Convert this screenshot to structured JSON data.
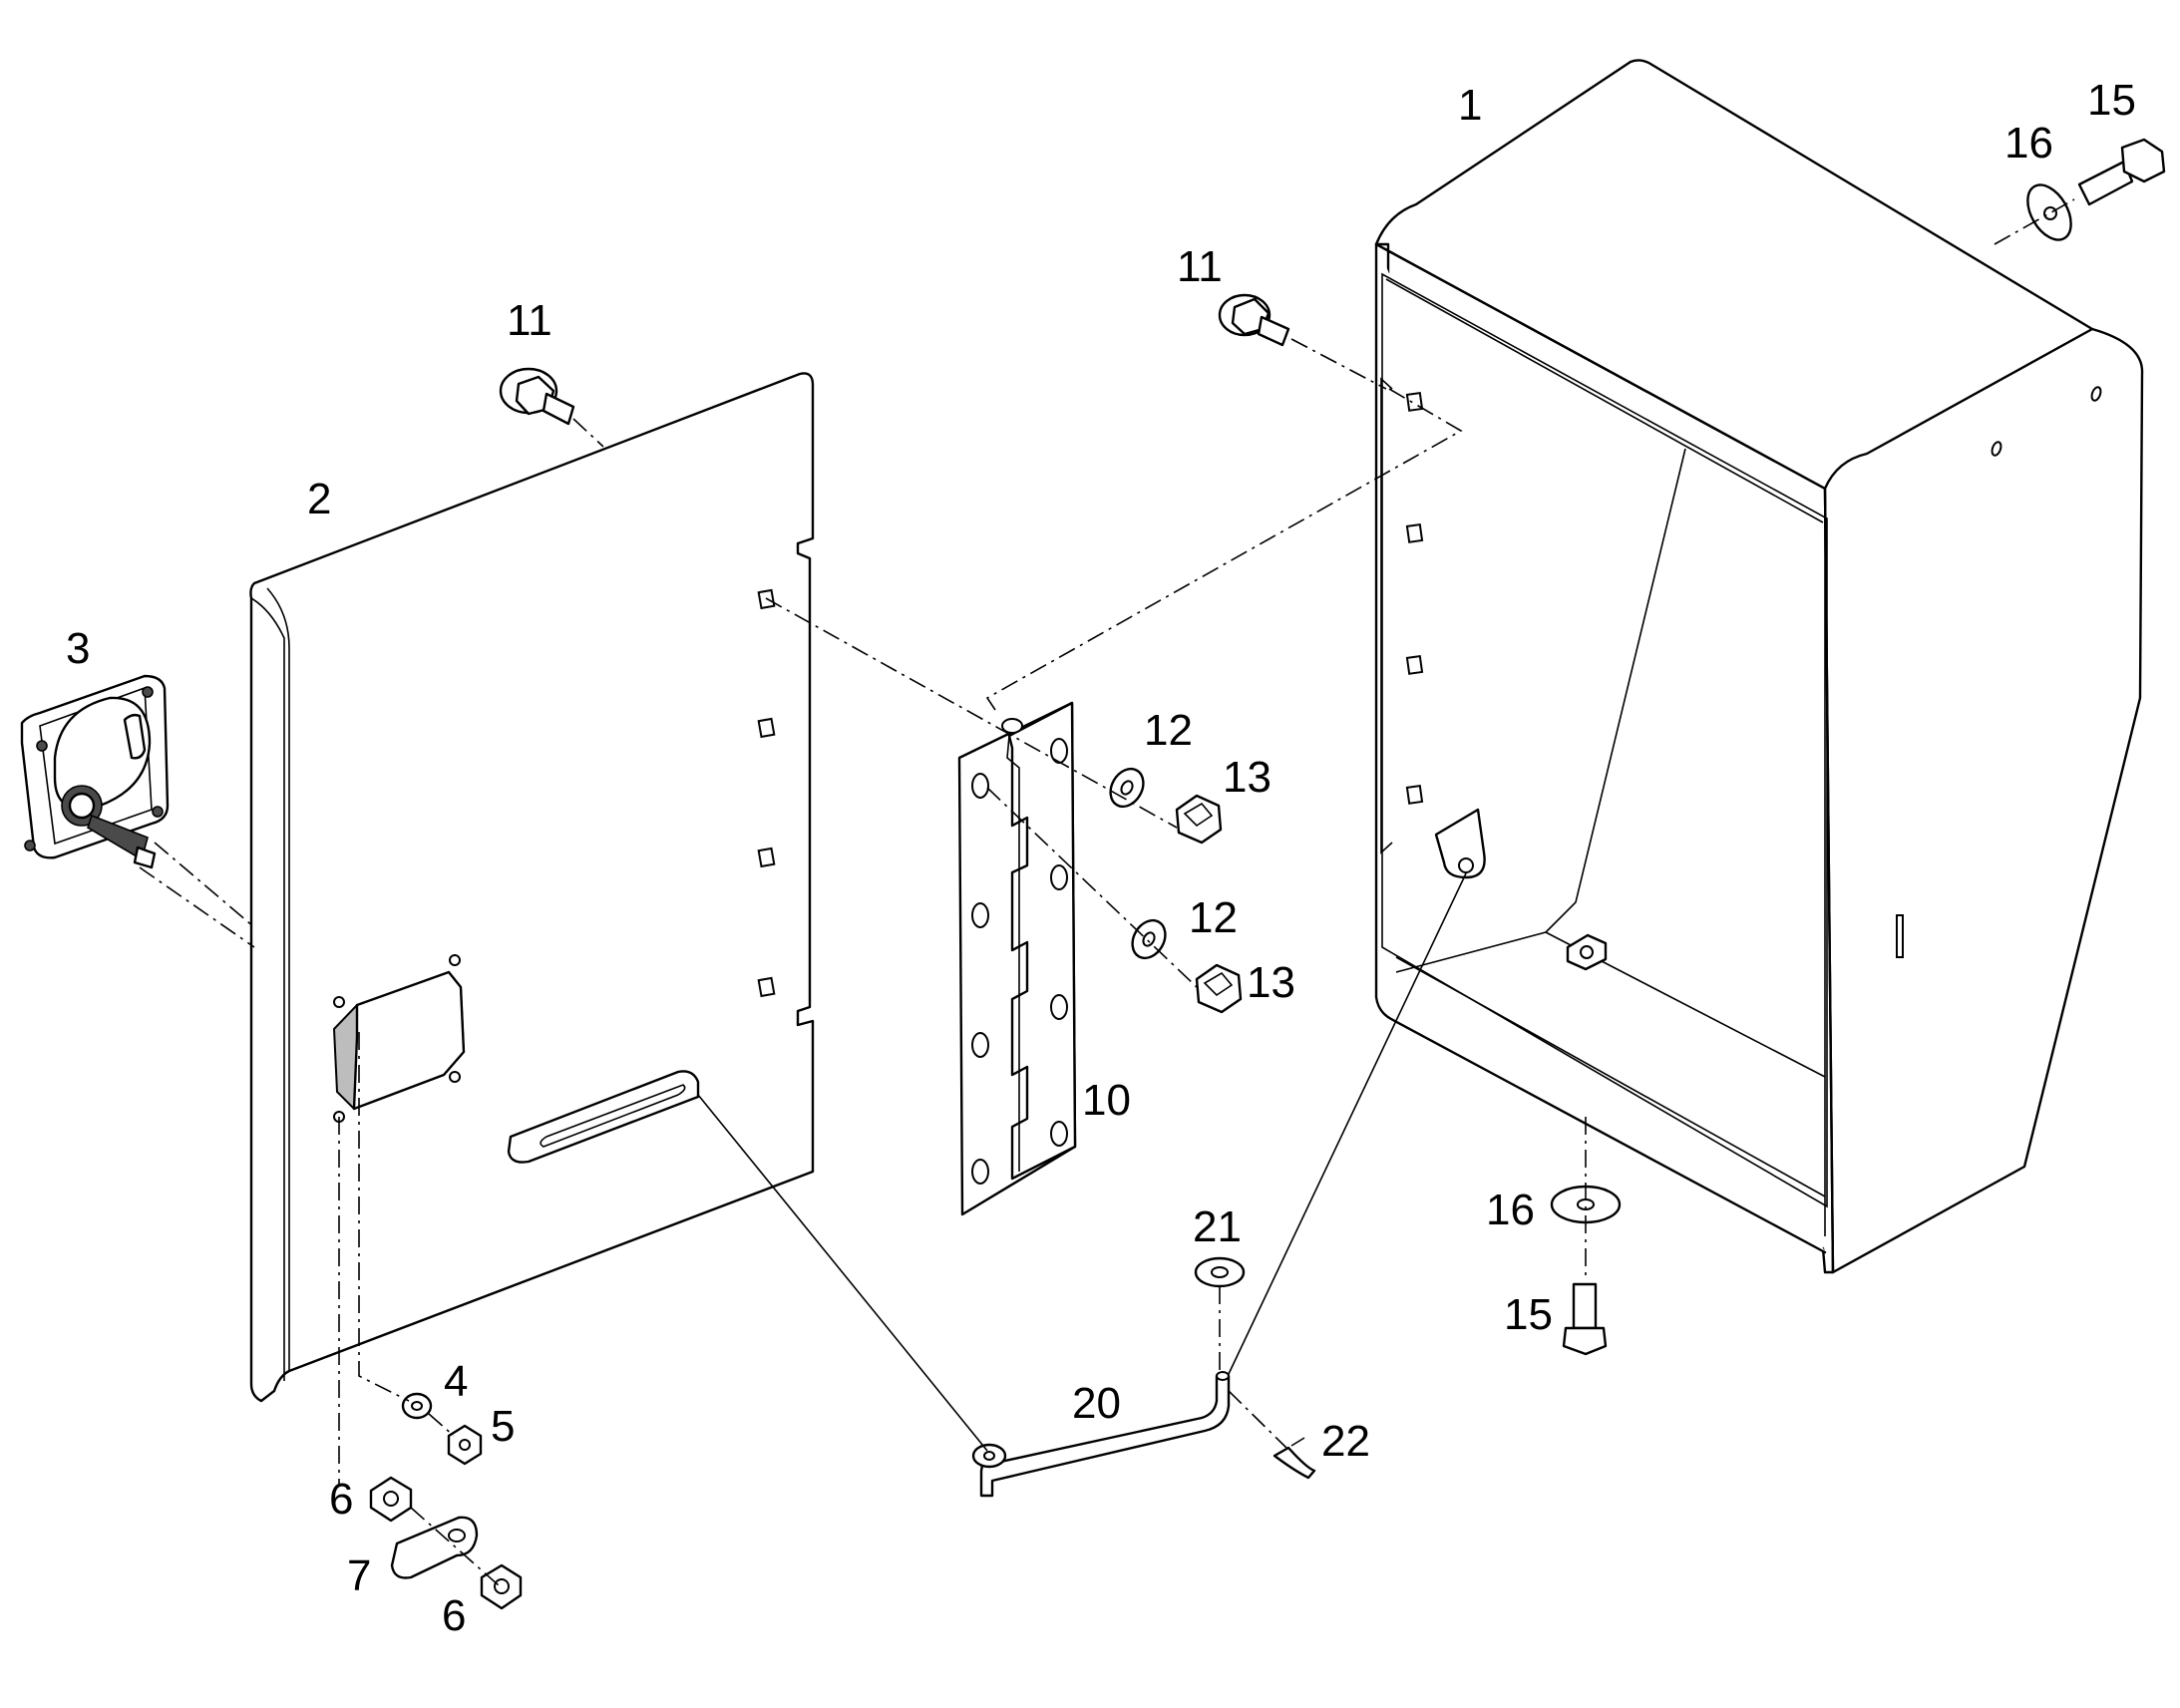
{
  "diagram": {
    "type": "exploded-parts-view",
    "callouts": [
      {
        "id": "1",
        "label": "1"
      },
      {
        "id": "2",
        "label": "2"
      },
      {
        "id": "3",
        "label": "3"
      },
      {
        "id": "4",
        "label": "4"
      },
      {
        "id": "5",
        "label": "5"
      },
      {
        "id": "6a",
        "label": "6"
      },
      {
        "id": "6b",
        "label": "6"
      },
      {
        "id": "7",
        "label": "7"
      },
      {
        "id": "10",
        "label": "10"
      },
      {
        "id": "11a",
        "label": "11"
      },
      {
        "id": "11b",
        "label": "11"
      },
      {
        "id": "12a",
        "label": "12"
      },
      {
        "id": "12b",
        "label": "12"
      },
      {
        "id": "13a",
        "label": "13"
      },
      {
        "id": "13b",
        "label": "13"
      },
      {
        "id": "15a",
        "label": "15"
      },
      {
        "id": "15b",
        "label": "15"
      },
      {
        "id": "16a",
        "label": "16"
      },
      {
        "id": "16b",
        "label": "16"
      },
      {
        "id": "20",
        "label": "20"
      },
      {
        "id": "21",
        "label": "21"
      },
      {
        "id": "22",
        "label": "22"
      }
    ]
  }
}
